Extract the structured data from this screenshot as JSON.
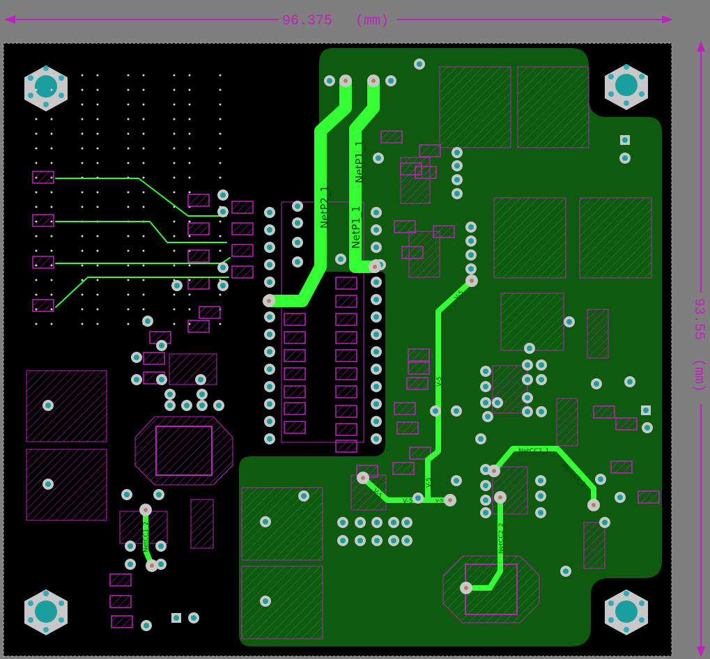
{
  "dimensions": {
    "width_value": "96.375",
    "width_unit": "(mm)",
    "height_value": "93.55",
    "height_unit": "(mm)"
  },
  "nets": {
    "netp2": "NetP2_1",
    "netp1_a": "NetP1_1",
    "netp1_b": "NetP1_1",
    "vminus5_a": "V-5",
    "vminus5_b": "V-5",
    "vminus5_c": "V-5",
    "vminus5_d": "V-5",
    "vminus5_e": "V-5",
    "vminus5_f": "V-5",
    "netcc2_1a": "NetCC2_1",
    "netcc2_1b": "NetCC2_1",
    "netcc2_2": "NetCC2_2",
    "netcc1_2": "NetCC1_2"
  },
  "colors": {
    "background": "#7f7f7f",
    "board": "#000000",
    "copper_pour": "#0e5a0e",
    "trace": "#33ff33",
    "silkscreen": "#c020c0",
    "drill": "#d0d0d0",
    "pad_ring": "#2aa6a6"
  }
}
